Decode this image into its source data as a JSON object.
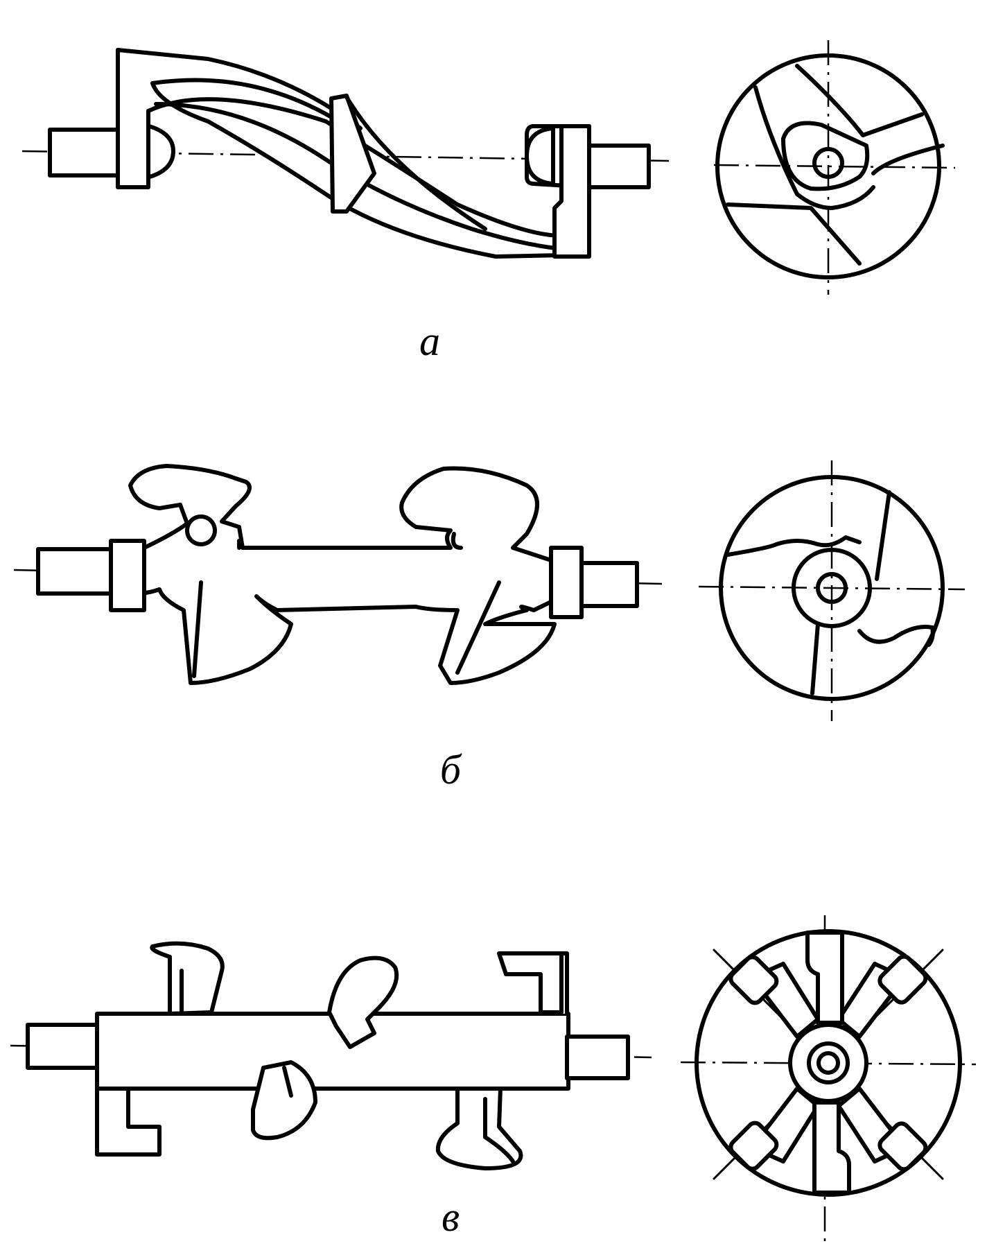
{
  "figure": {
    "panels": [
      {
        "id": "a",
        "caption": "а"
      },
      {
        "id": "b",
        "caption": "б"
      },
      {
        "id": "v",
        "caption": "в"
      }
    ]
  }
}
